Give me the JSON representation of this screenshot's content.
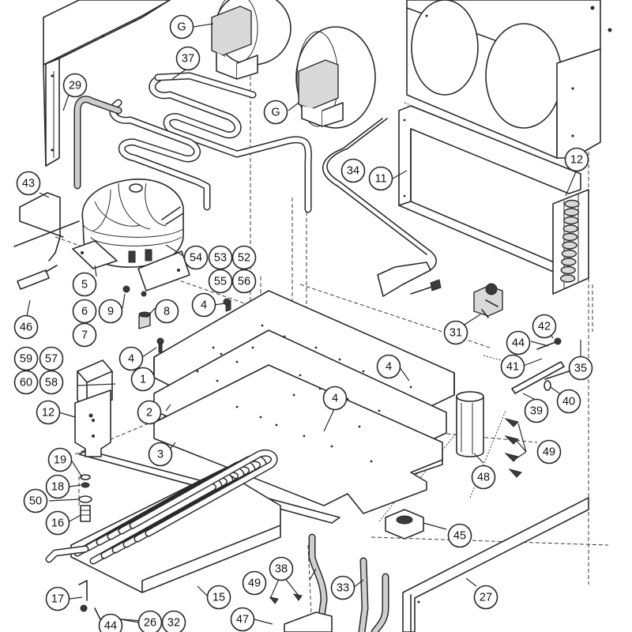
{
  "callouts": [
    {
      "id": "G-top",
      "text": "G"
    },
    {
      "id": "G-mid",
      "text": "G"
    },
    {
      "id": "37",
      "text": "37"
    },
    {
      "id": "29",
      "text": "29"
    },
    {
      "id": "34",
      "text": "34"
    },
    {
      "id": "11",
      "text": "11"
    },
    {
      "id": "12-right",
      "text": "12"
    },
    {
      "id": "43",
      "text": "43"
    },
    {
      "id": "54",
      "text": "54"
    },
    {
      "id": "53",
      "text": "53"
    },
    {
      "id": "52",
      "text": "52"
    },
    {
      "id": "55",
      "text": "55"
    },
    {
      "id": "56",
      "text": "56"
    },
    {
      "id": "5",
      "text": "5"
    },
    {
      "id": "6",
      "text": "6"
    },
    {
      "id": "7",
      "text": "7"
    },
    {
      "id": "9",
      "text": "9"
    },
    {
      "id": "8",
      "text": "8"
    },
    {
      "id": "4-a",
      "text": "4"
    },
    {
      "id": "4-b",
      "text": "4"
    },
    {
      "id": "4-c",
      "text": "4"
    },
    {
      "id": "4-d",
      "text": "4"
    },
    {
      "id": "46",
      "text": "46"
    },
    {
      "id": "31",
      "text": "31"
    },
    {
      "id": "42",
      "text": "42"
    },
    {
      "id": "44-right",
      "text": "44"
    },
    {
      "id": "41",
      "text": "41"
    },
    {
      "id": "35",
      "text": "35"
    },
    {
      "id": "1",
      "text": "1"
    },
    {
      "id": "59",
      "text": "59"
    },
    {
      "id": "57",
      "text": "57"
    },
    {
      "id": "60",
      "text": "60"
    },
    {
      "id": "58",
      "text": "58"
    },
    {
      "id": "39",
      "text": "39"
    },
    {
      "id": "40",
      "text": "40"
    },
    {
      "id": "12-left",
      "text": "12"
    },
    {
      "id": "2",
      "text": "2"
    },
    {
      "id": "49-right",
      "text": "49"
    },
    {
      "id": "3",
      "text": "3"
    },
    {
      "id": "19",
      "text": "19"
    },
    {
      "id": "18",
      "text": "18"
    },
    {
      "id": "48",
      "text": "48"
    },
    {
      "id": "50",
      "text": "50"
    },
    {
      "id": "16",
      "text": "16"
    },
    {
      "id": "45",
      "text": "45"
    },
    {
      "id": "38",
      "text": "38"
    },
    {
      "id": "49-bottom",
      "text": "49"
    },
    {
      "id": "33",
      "text": "33"
    },
    {
      "id": "27",
      "text": "27"
    },
    {
      "id": "17",
      "text": "17"
    },
    {
      "id": "15",
      "text": "15"
    },
    {
      "id": "47",
      "text": "47"
    },
    {
      "id": "26",
      "text": "26"
    },
    {
      "id": "32",
      "text": "32"
    },
    {
      "id": "44-bottom",
      "text": "44"
    }
  ]
}
